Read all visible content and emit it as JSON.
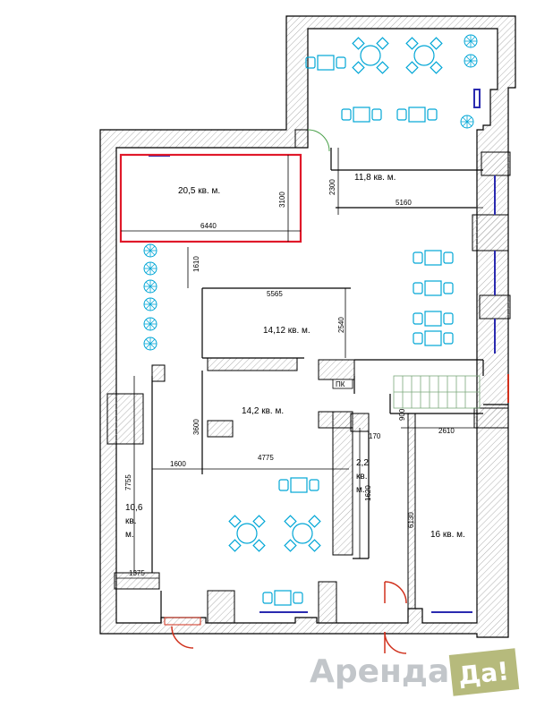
{
  "rooms": {
    "r1": "20,5 кв. м.",
    "r2": "11,8 кв. м.",
    "r3": "14,12 кв. м.",
    "r4": "14,2 кв. м.",
    "r5_l1": "10,6",
    "r5_l2": "кв.",
    "r5_l3": "м.",
    "r6_l1": "2,2",
    "r6_l2": "кв.",
    "r6_l3": "м.",
    "r7": "16 кв. м."
  },
  "dimensions": {
    "d3100": "3100",
    "d6440": "6440",
    "d2300": "2300",
    "d5160": "5160",
    "d1610": "1610",
    "d5565": "5565",
    "d2540": "2540",
    "d3600": "3600",
    "d1600": "1600",
    "d4775": "4775",
    "d7755": "7755",
    "d1375": "1375",
    "d900": "900",
    "d2610": "2610",
    "d6130": "6130",
    "d170": "170",
    "d1620": "1620"
  },
  "labels": {
    "pk": "ПК"
  },
  "watermark": {
    "text": "Аренда",
    "badge": "Да!"
  },
  "colors": {
    "wall": "#000000",
    "hatch": "#9a9a9a",
    "furniture": "#00a6d6",
    "window": "#2a2ab0",
    "door": "#d0301c",
    "highlight": "#e0192a",
    "watermark_text": "#c2c6ca",
    "watermark_badge": "#b6ba7c"
  }
}
